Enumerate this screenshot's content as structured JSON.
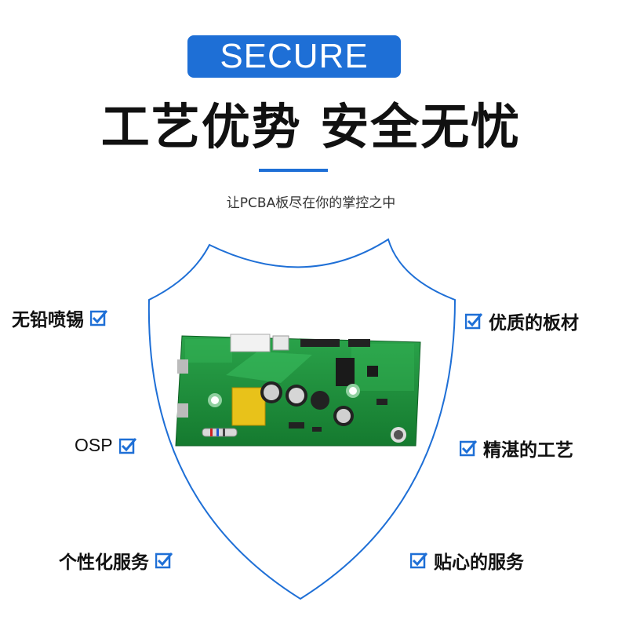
{
  "header": {
    "badge": "SECURE",
    "headline": "工艺优势 安全无忧",
    "subtitle": "让PCBA板尽在你的掌控之中"
  },
  "features_left": [
    {
      "label": "无铅喷锡"
    },
    {
      "label": "OSP"
    },
    {
      "label": "个性化服务"
    }
  ],
  "features_right": [
    {
      "label": "优质的板材"
    },
    {
      "label": "精湛的工艺"
    },
    {
      "label": "贴心的服务"
    }
  ],
  "icons": {
    "check": "checkbox-check-icon"
  },
  "colors": {
    "accent": "#1e6fd6",
    "pcb_green": "#1f8f3a"
  }
}
